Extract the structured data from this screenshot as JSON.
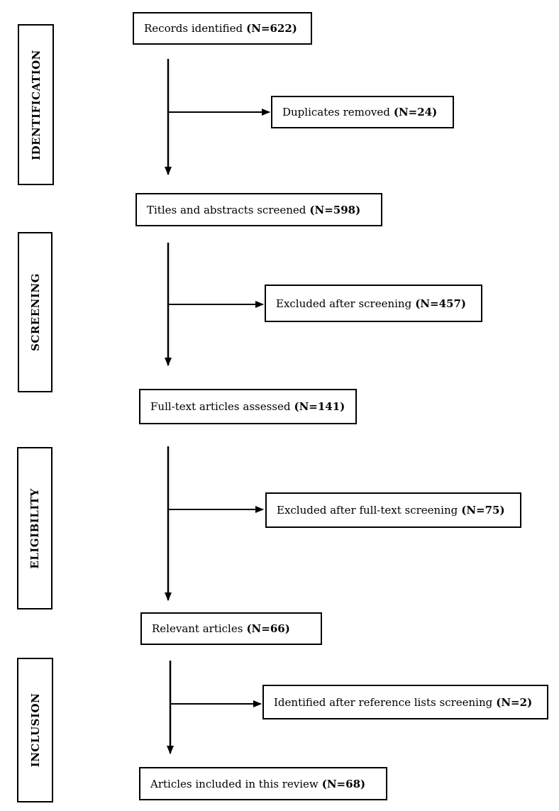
{
  "phases": [
    {
      "label": "IDENTIFICATION"
    },
    {
      "label": "SCREENING"
    },
    {
      "label": "ELIGIBILITY"
    },
    {
      "label": "INCLUSION"
    }
  ],
  "main_boxes": [
    {
      "text": "Records identified",
      "count": "(N=622)"
    },
    {
      "text": "Titles and abstracts screened",
      "count": "(N=598)"
    },
    {
      "text": "Full-text articles assessed",
      "count": "(N=141)"
    },
    {
      "text": "Relevant articles",
      "count": "(N=66)"
    },
    {
      "text": "Articles included in this review",
      "count": "(N=68)"
    }
  ],
  "side_boxes": [
    {
      "text": "Duplicates removed",
      "count": "(N=24)"
    },
    {
      "text": "Excluded after screening",
      "count": "(N=457)"
    },
    {
      "text": "Excluded after full-text screening",
      "count": "(N=75)"
    },
    {
      "text": "Identified after reference lists screening",
      "count": "(N=2)"
    }
  ]
}
